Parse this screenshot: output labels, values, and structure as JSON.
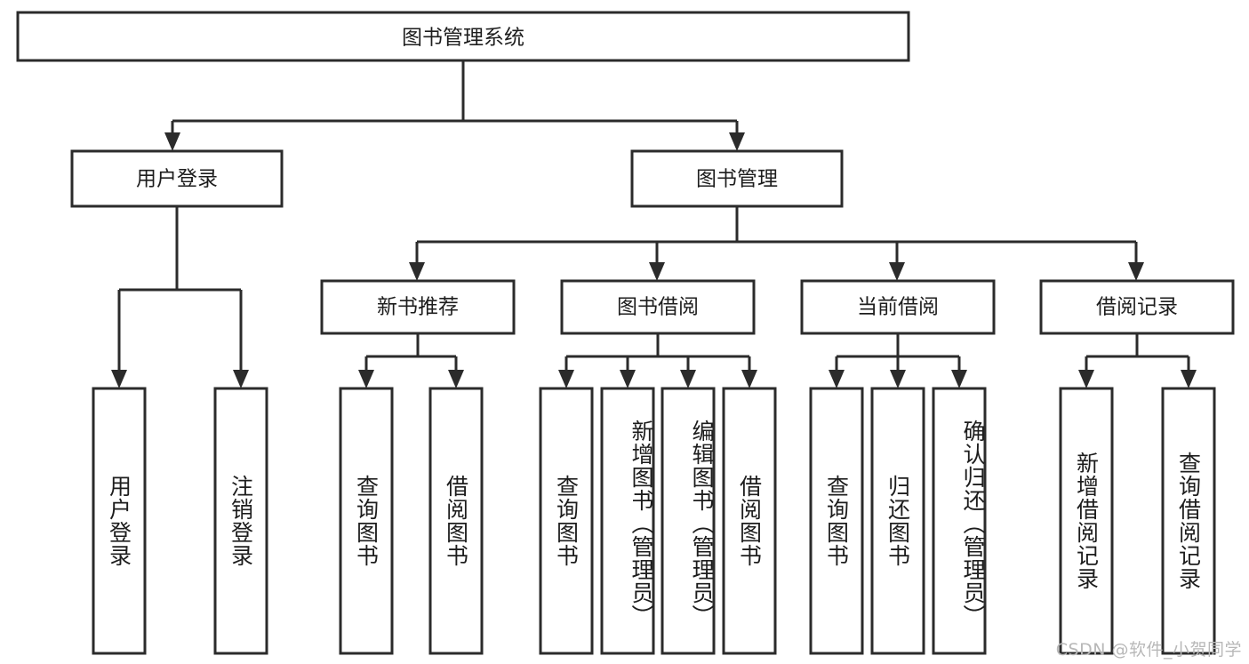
{
  "diagram": {
    "title": "图书管理系统",
    "type": "tree",
    "watermark": "CSDN @软件_小贺同学",
    "colors": {
      "box_stroke": "#2b2b2b",
      "box_fill": "#ffffff",
      "text": "#1d1d1d",
      "background": "#ffffff",
      "watermark": "#b8b8b8"
    },
    "root": {
      "label": "图书管理系统"
    },
    "level2": [
      {
        "label": "用户登录"
      },
      {
        "label": "图书管理"
      }
    ],
    "level3": [
      {
        "label": "新书推荐"
      },
      {
        "label": "图书借阅"
      },
      {
        "label": "当前借阅"
      },
      {
        "label": "借阅记录"
      }
    ],
    "leaves": [
      {
        "label": "用户登录",
        "parent": "用户登录"
      },
      {
        "label": "注销登录",
        "parent": "用户登录"
      },
      {
        "label": "查询图书",
        "parent": "新书推荐"
      },
      {
        "label": "借阅图书",
        "parent": "新书推荐"
      },
      {
        "label": "查询图书",
        "parent": "图书借阅"
      },
      {
        "label": "新增图书（管理员）",
        "parent": "图书借阅"
      },
      {
        "label": "编辑图书（管理员）",
        "parent": "图书借阅"
      },
      {
        "label": "借阅图书",
        "parent": "图书借阅"
      },
      {
        "label": "查询图书",
        "parent": "当前借阅"
      },
      {
        "label": "归还图书",
        "parent": "当前借阅"
      },
      {
        "label": "确认归还（管理员）",
        "parent": "当前借阅"
      },
      {
        "label": "新增借阅记录",
        "parent": "借阅记录"
      },
      {
        "label": "查询借阅记录",
        "parent": "借阅记录"
      }
    ],
    "edges": [
      {
        "from": "图书管理系统",
        "to": "用户登录"
      },
      {
        "from": "图书管理系统",
        "to": "图书管理"
      },
      {
        "from": "用户登录",
        "to": "用户登录"
      },
      {
        "from": "用户登录",
        "to": "注销登录"
      },
      {
        "from": "图书管理",
        "to": "新书推荐"
      },
      {
        "from": "图书管理",
        "to": "图书借阅"
      },
      {
        "from": "图书管理",
        "to": "当前借阅"
      },
      {
        "from": "图书管理",
        "to": "借阅记录"
      },
      {
        "from": "新书推荐",
        "to": "查询图书"
      },
      {
        "from": "新书推荐",
        "to": "借阅图书"
      },
      {
        "from": "图书借阅",
        "to": "查询图书"
      },
      {
        "from": "图书借阅",
        "to": "新增图书（管理员）"
      },
      {
        "from": "图书借阅",
        "to": "编辑图书（管理员）"
      },
      {
        "from": "图书借阅",
        "to": "借阅图书"
      },
      {
        "from": "当前借阅",
        "to": "查询图书"
      },
      {
        "from": "当前借阅",
        "to": "归还图书"
      },
      {
        "from": "当前借阅",
        "to": "确认归还（管理员）"
      },
      {
        "from": "借阅记录",
        "to": "新增借阅记录"
      },
      {
        "from": "借阅记录",
        "to": "查询借阅记录"
      }
    ]
  }
}
